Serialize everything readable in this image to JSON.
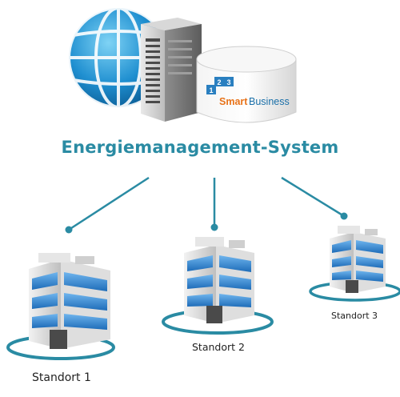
{
  "title": "Energiemanagement-System",
  "brand": {
    "name_smart": "Smart",
    "name_business": "Business",
    "badge_digits": [
      "1",
      "2",
      "3"
    ]
  },
  "sites": [
    {
      "label": "Standort 1"
    },
    {
      "label": "Standort 2"
    },
    {
      "label": "Standort 3"
    }
  ],
  "colors": {
    "accent": "#2a8ba3",
    "brand_orange": "#e8731a",
    "brand_blue": "#1a6fa8",
    "building_glass": "#3b8fd6"
  }
}
